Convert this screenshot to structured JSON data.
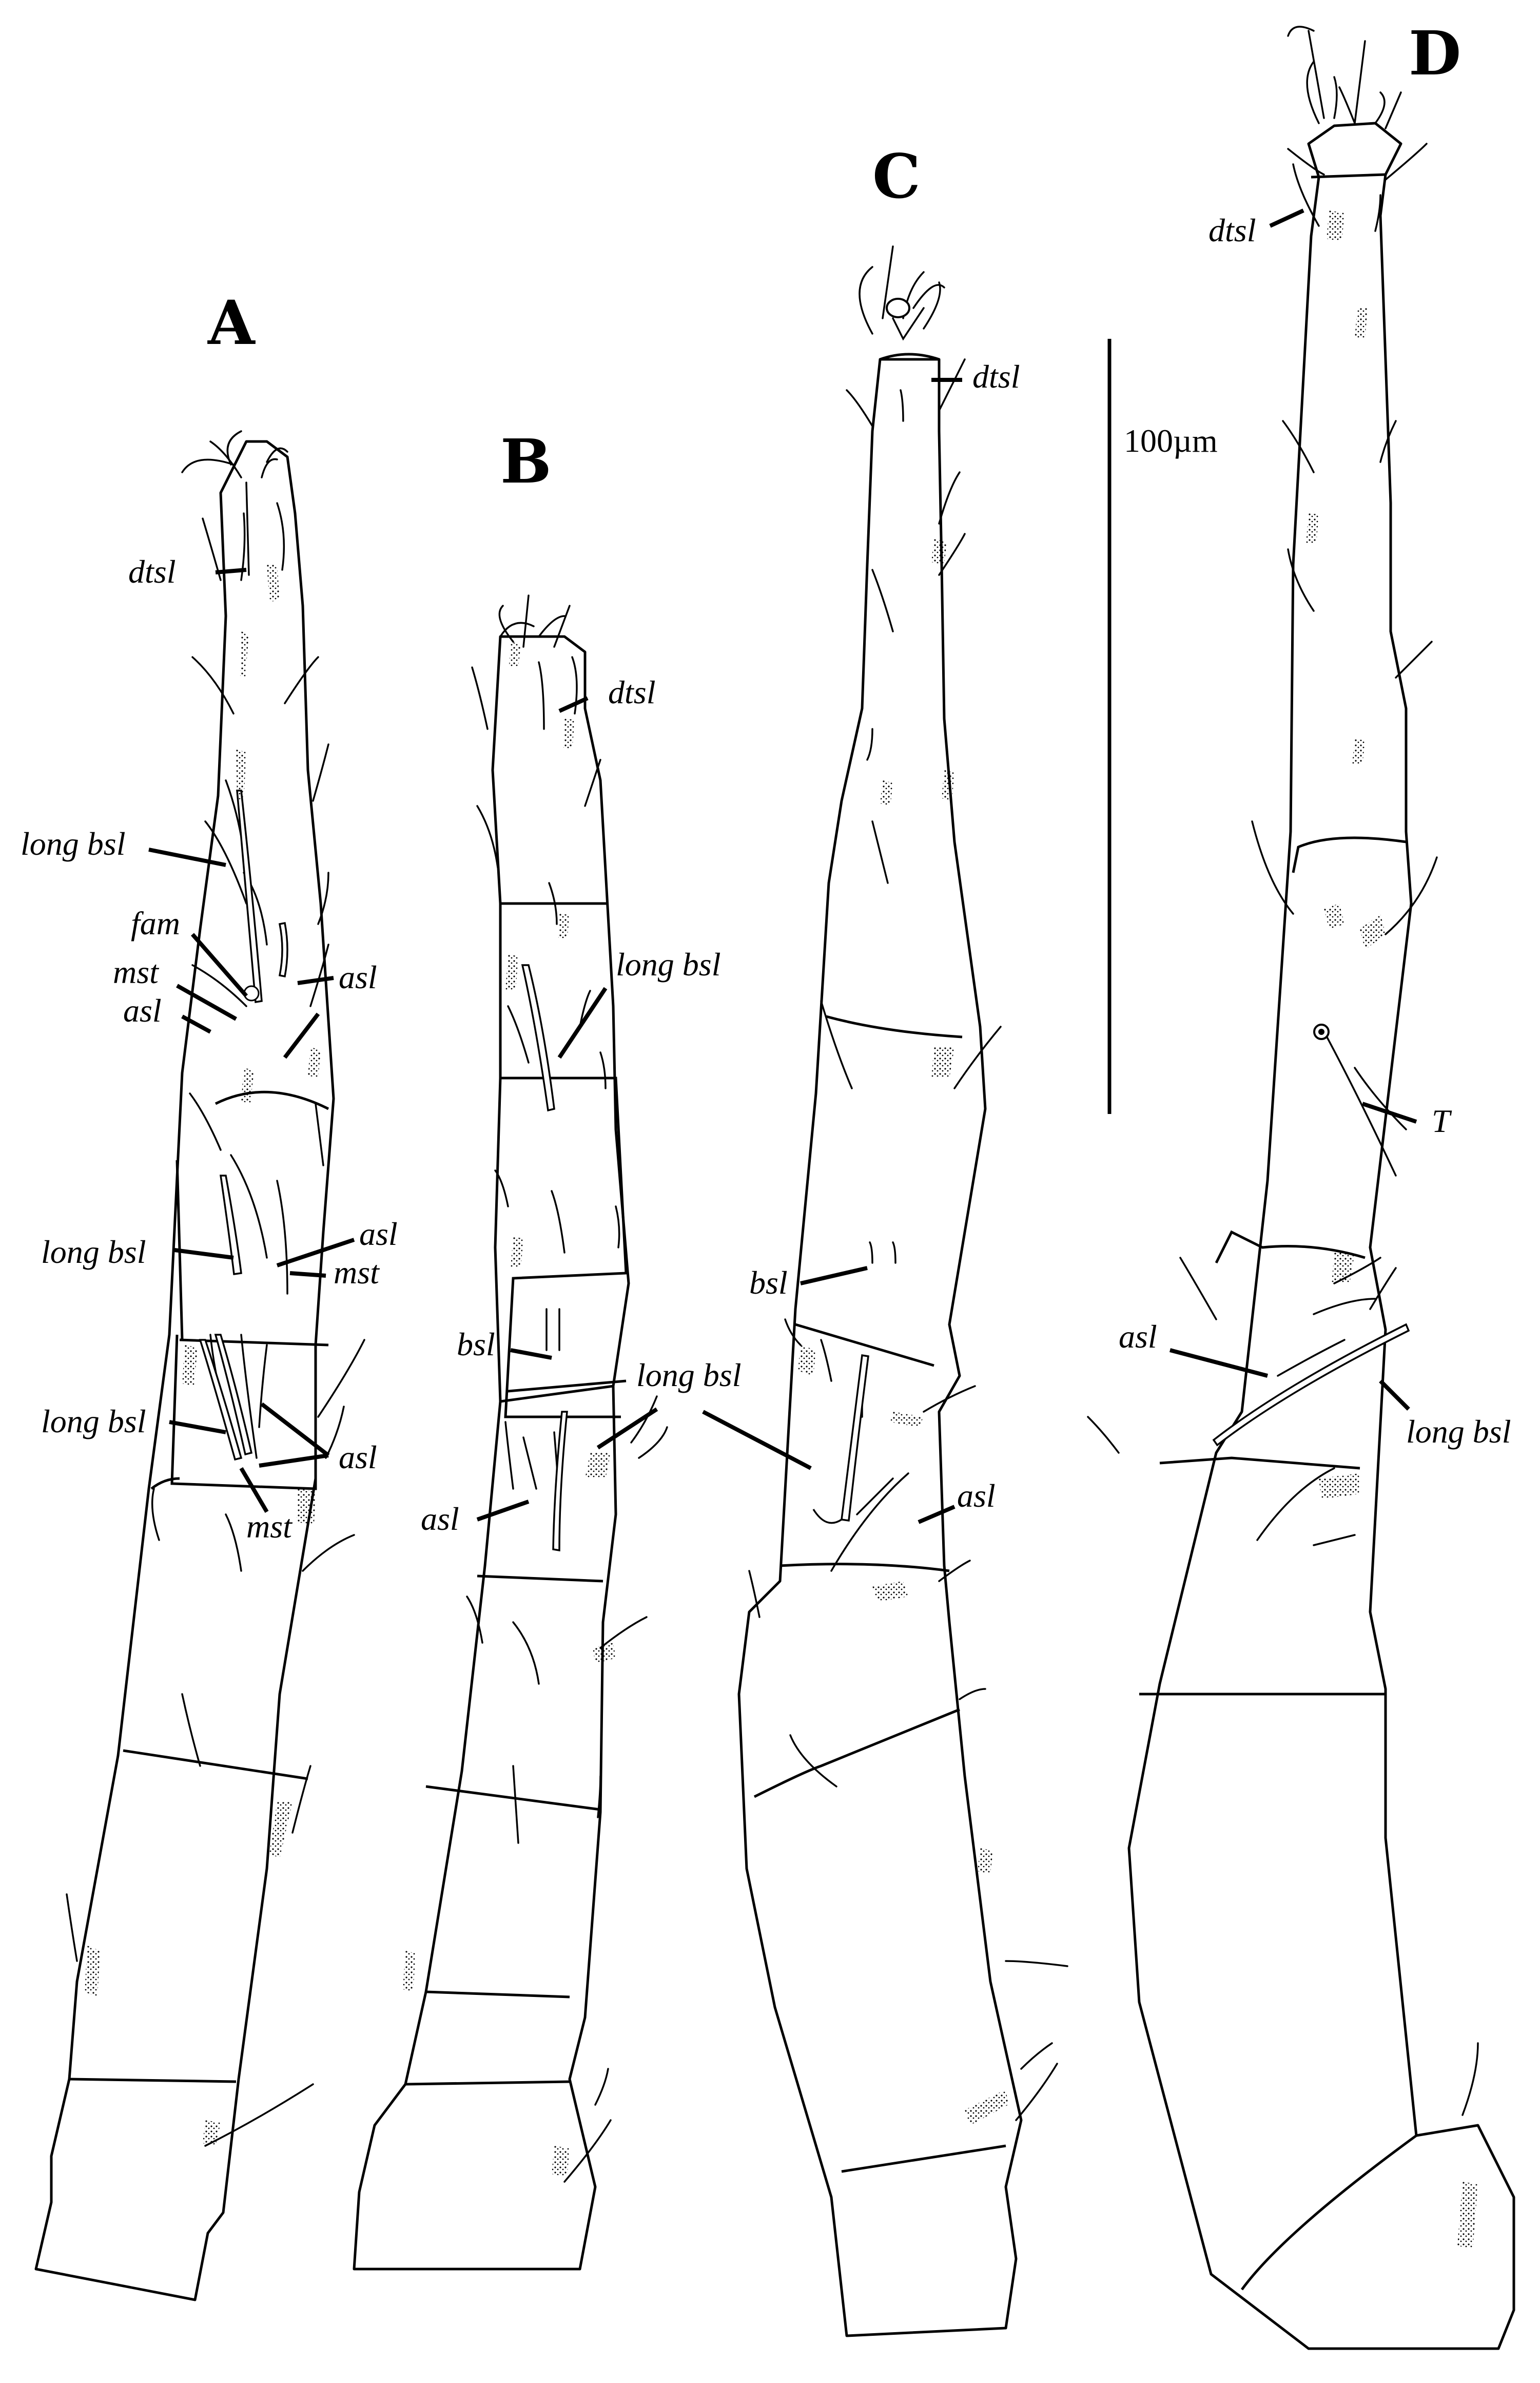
{
  "panels": {
    "A": {
      "letter": "A",
      "labels": {
        "dtsl": "dtsl",
        "long_bsl_1": "long bsl",
        "fam": "fam",
        "mst_1": "mst",
        "asl_1": "asl",
        "asl_2": "asl",
        "asl_3": "asl",
        "long_bsl_2": "long bsl",
        "mst_2": "mst",
        "long_bsl_3": "long bsl",
        "asl_4": "asl",
        "mst_3": "mst"
      }
    },
    "B": {
      "letter": "B",
      "labels": {
        "dtsl": "dtsl",
        "long_bsl": "long bsl",
        "bsl": "bsl",
        "asl": "asl"
      }
    },
    "C": {
      "letter": "C",
      "labels": {
        "dtsl": "dtsl",
        "bsl": "bsl",
        "long_bsl": "long bsl",
        "asl": "asl"
      }
    },
    "D": {
      "letter": "D",
      "labels": {
        "dtsl": "dtsl",
        "T": "T",
        "asl": "asl",
        "long_bsl": "long bsl"
      }
    }
  },
  "scale_bar": {
    "label": "100µm"
  }
}
